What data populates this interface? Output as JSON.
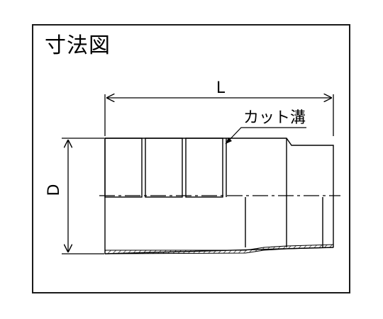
{
  "title": "寸法図",
  "labels": {
    "length": "L",
    "diameter": "D",
    "groove": "カット溝"
  },
  "colors": {
    "line": "#000000",
    "frame": "#1a1a1a",
    "hatch": "#000000",
    "background": "#ffffff"
  }
}
